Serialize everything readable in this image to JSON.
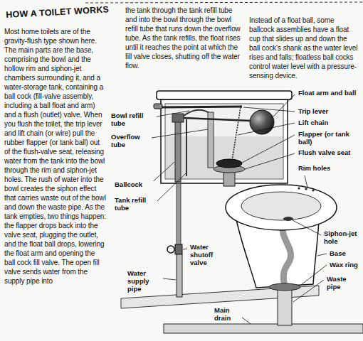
{
  "diagram": {
    "title": "HOW A TOILET WORKS",
    "labels": [
      "Most home toilets are of the gravity-flush type shown here. The main parts are the base, comprising the bowl and the hollow rim and siphon-jet chambers surrounding it, and a water-storage tank, containing a ball cock (fill-valve assembly, including a ball float and arm) and a flush (outlet) valve. When you flush the toilet, the trip lever and lift chain (or wire) pull the rubber flapper (or tank ball) out of the flush-valve seat, releasing water from the tank into the bowl through the rim and siphon-jet holes. The rush of water into the bowl creates the siphon effect that carries waste out of the bowl and down the waste pipe. As the tank empties, two things happen: the flapper drops back into the valve seat, plugging the outlet, and the float ball drops, lowering the float arm and opening the ball cock fill valve. The open fill valve sends water from the supply pipe into",
      "the tank through the tank refill tube and into the bowl through the bowl refill tube that runs down the overflow tube. As the tank refills, the float rises until it reaches the point at which the fill valve closes, shutting off the water flow.",
      "Instead of a float ball, some ballcock assemblies have a float cup that slides up and down the ball cock's shank as the water level rises and falls; floatless ball cocks control water level with a pressure-sensing device.",
      "Float arm and ball",
      "Trip lever",
      "Lift chain",
      "Flapper (or tank ball)",
      "Flush valve seat",
      "Rim holes",
      "Bowl refill tube",
      "Overflow tube",
      "Ballcock",
      "Tank refill tube",
      "Water shutoff valve",
      "Water supply pipe",
      "Siphon-jet hole",
      "Base",
      "Wax ring",
      "Waste pipe",
      "Main drain"
    ]
  }
}
